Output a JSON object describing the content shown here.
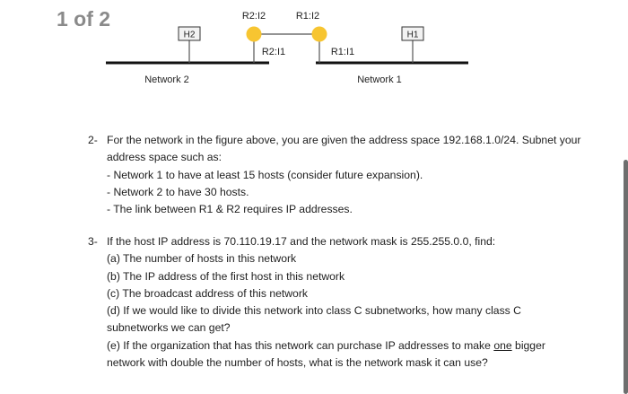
{
  "page_indicator": "1 of 2",
  "diagram": {
    "labels": {
      "h2": "H2",
      "h1": "H1",
      "r2_if2": "R2:I2",
      "r1_if2": "R1:I2",
      "r2_if1": "R2:I1",
      "r1_if1": "R1:I1",
      "network2": "Network 2",
      "network1": "Network 1"
    },
    "colors": {
      "router": "#f7c531",
      "line": "#111111",
      "host_border": "#333333",
      "host_fill": "#f2f2f2"
    }
  },
  "q2": {
    "number": "2-",
    "intro_1": "For the network in the figure above, you are given the address space 192.168.1.0/24. Subnet your",
    "intro_2": "address space such as:",
    "items": [
      "- Network 1 to have at least 15 hosts (consider future expansion).",
      "- Network 2 to have 30 hosts.",
      "- The link between R1 & R2 requires IP addresses."
    ]
  },
  "q3": {
    "number": "3-",
    "intro": "If the host IP address is 70.110.19.17 and the network mask is 255.255.0.0, find:",
    "a": "(a) The number of hosts in this network",
    "b": "(b) The IP address of the first host in this network",
    "c": "(c) The broadcast address of this network",
    "d_1": "(d) If we would like to divide this network into class C subnetworks, how many class C",
    "d_2": "subnetworks we can get?",
    "e_1_pre": "(e) If the organization that has this network can purchase IP addresses to make ",
    "e_1_underlined": "one",
    "e_1_post": " bigger",
    "e_2": "network with double the number of hosts, what is the network mask it can use?"
  }
}
